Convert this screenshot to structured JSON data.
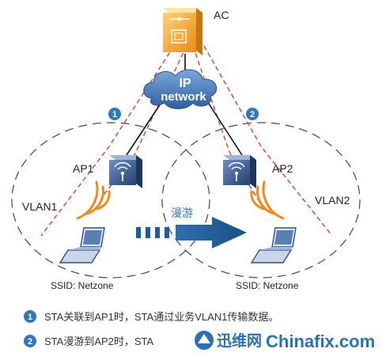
{
  "ac": {
    "label": "AC"
  },
  "network": {
    "line1": "IP",
    "line2": "network"
  },
  "aps": [
    {
      "label": "AP1",
      "vlan": "VLAN1",
      "ssid": "SSID: Netzone",
      "marker": "1"
    },
    {
      "label": "AP2",
      "vlan": "VLAN2",
      "ssid": "SSID: Netzone",
      "marker": "2"
    }
  ],
  "roam_label": "漫游",
  "notes": [
    {
      "marker": "1",
      "text": "STA关联到AP1时，STA通过业务VLAN1传输数据。"
    },
    {
      "marker": "2",
      "text": "STA漫游到AP2时，STA"
    }
  ],
  "watermark": {
    "brand_cn": "迅维网",
    "brand_en": "Chinafix.com"
  },
  "colors": {
    "marker_blue": "#2f78bf",
    "device_orange": "#f5a02a",
    "ap_blue": "#2d4f86",
    "cloud_blue": "#4f7fc1",
    "dash_red": "#e03a3a",
    "arrow_blue": "#1f5c9a",
    "wave_orange": "#f08a1c"
  }
}
